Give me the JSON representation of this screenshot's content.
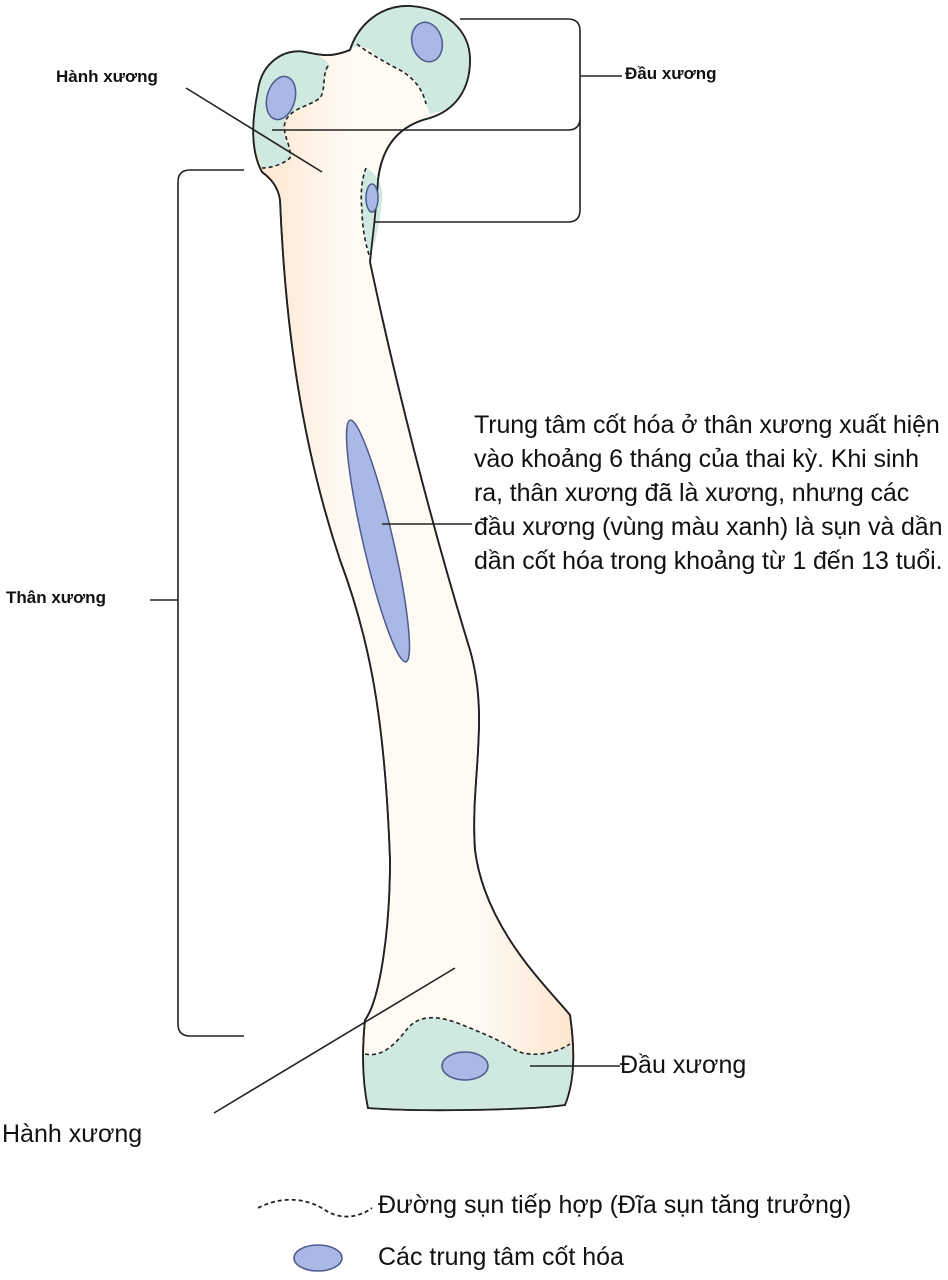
{
  "labels": {
    "hanh_xuong_top": "Hành xương",
    "dau_xuong_top": "Đầu xương",
    "than_xuong": "Thân xương",
    "dau_xuong_bottom": "Đầu xương",
    "hanh_xuong_bottom": "Hành xương"
  },
  "description": "Trung tâm cốt hóa ở thân xương xuất hiện vào khoảng 6 tháng của thai kỳ. Khi sinh ra, thân xương đã là xương, nhưng các đầu xương (vùng màu xanh) là sụn và dần dần cốt hóa trong khoảng từ 1 đến 13 tuổi.",
  "legend": {
    "growth_plate": "Đường sụn tiếp hợp (Đĩa sụn tăng trưởng)",
    "ossification_centers": "Các trung tâm cốt hóa"
  },
  "colors": {
    "bone": "#fdebd8",
    "bone_edge": "#fffaf5",
    "cartilage": "#cfe8e0",
    "ossification_fill": "#aab8e6",
    "ossification_stroke": "#4d5a8c",
    "outline": "#222222"
  }
}
